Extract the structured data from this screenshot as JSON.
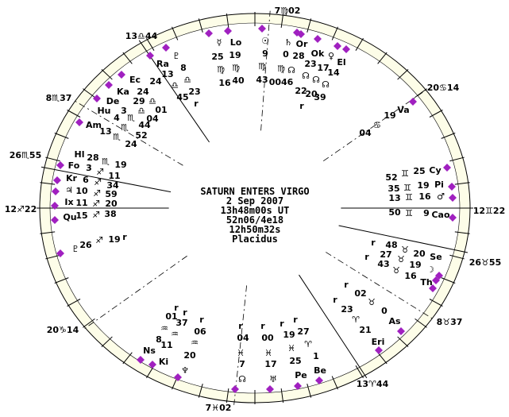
{
  "center_info": {
    "title": "SATURN ENTERS VIRGO",
    "date": "2 Sep 2007",
    "time": "13h48m00s UT",
    "location": "52n06/4e18",
    "sidereal_time": "12h50m32s",
    "house_system": "Placidus"
  },
  "house_cusps": [
    "12♊22",
    "20♋14",
    "7♍02",
    "13♎44",
    "8♏37",
    "26♏55",
    "12♐22",
    "20♑14",
    "7♓02",
    "13♈44",
    "8♉37",
    "26♉55"
  ],
  "colors": {
    "band": "#fdfde8",
    "marker": "#a020c0",
    "line": "#000000"
  },
  "labels": [
    "☿",
    "Lo",
    "25",
    "19",
    "♍",
    "♍",
    "16",
    "40",
    "☉",
    "9",
    "♍",
    "43",
    "♄",
    "Or",
    "0",
    "28",
    "♍",
    "☊",
    "0046",
    "Ok",
    "23",
    "17",
    "14",
    "♀",
    "El",
    "☊",
    "☊",
    "☊",
    "22",
    "20",
    "39",
    "r",
    "Ra",
    "13",
    "♎",
    "45",
    "♇",
    "8",
    "♎",
    "23",
    "r",
    "Ec",
    "24",
    "Ka",
    "24",
    "De",
    "29",
    "♎",
    "Hu",
    "3",
    "♎",
    "01",
    "4",
    "♏",
    "04",
    "Am",
    "13",
    "♏",
    "44",
    "52",
    "♏",
    "24",
    "Hl",
    "28",
    "♏",
    "19",
    "Fo",
    "3",
    "♐",
    "11",
    "Kr",
    "6",
    "♐",
    "34",
    "♃",
    "10",
    "♐",
    "59",
    "Ix",
    "11",
    "♐",
    "20",
    "Qu",
    "15",
    "♐",
    "38",
    "♇",
    "26",
    "♐",
    "19",
    "r",
    "Va",
    "19",
    "♋",
    "04",
    "Cy",
    "25",
    "♊",
    "52",
    "Pi",
    "19",
    "♊",
    "35",
    "♂",
    "16",
    "♊",
    "13",
    "Cao",
    "9",
    "♊",
    "50",
    "r",
    "48",
    "♉",
    "20",
    "Se",
    "r",
    "27",
    "43",
    "♉",
    "♉",
    "19",
    "16",
    "☽",
    "Th",
    "r",
    "02",
    "r",
    "♉",
    "23",
    "0",
    "♈",
    "As",
    "21",
    "Eri",
    "r",
    "01",
    "r",
    "37",
    "♒",
    "♒",
    "8",
    "11",
    "r",
    "06",
    "♒",
    "20",
    "Ns",
    "Ki",
    "♆",
    "r",
    "04",
    "♓",
    "7",
    "☊",
    "r",
    "00",
    "♓",
    "17",
    "♅",
    "r",
    "19",
    "♓",
    "25",
    "Pe",
    "r",
    "27",
    "♈",
    "1",
    "Be"
  ]
}
